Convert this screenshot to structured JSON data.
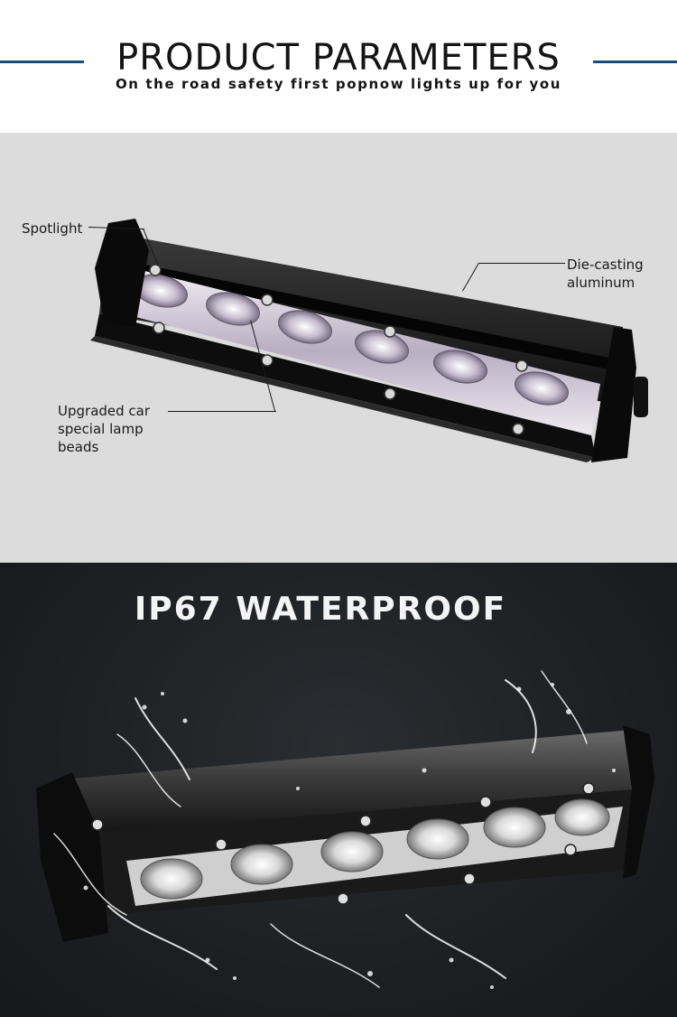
{
  "header": {
    "title": "PRODUCT PARAMETERS",
    "subtitle": "On the road safety first popnow lights up for you"
  },
  "parameters": {
    "callouts": {
      "spotlight": "Spotlight",
      "die_casting_line1": "Die-casting",
      "die_casting_line2": "aluminum",
      "beads_line1": "Upgraded car",
      "beads_line2": "special lamp",
      "beads_line3": "beads"
    }
  },
  "waterproof": {
    "title": "IP67 WATERPROOF"
  },
  "colors": {
    "accent_rule": "#1d4a78",
    "panel_gray": "#dcdcdc",
    "dark_background": "#1d1f22"
  }
}
